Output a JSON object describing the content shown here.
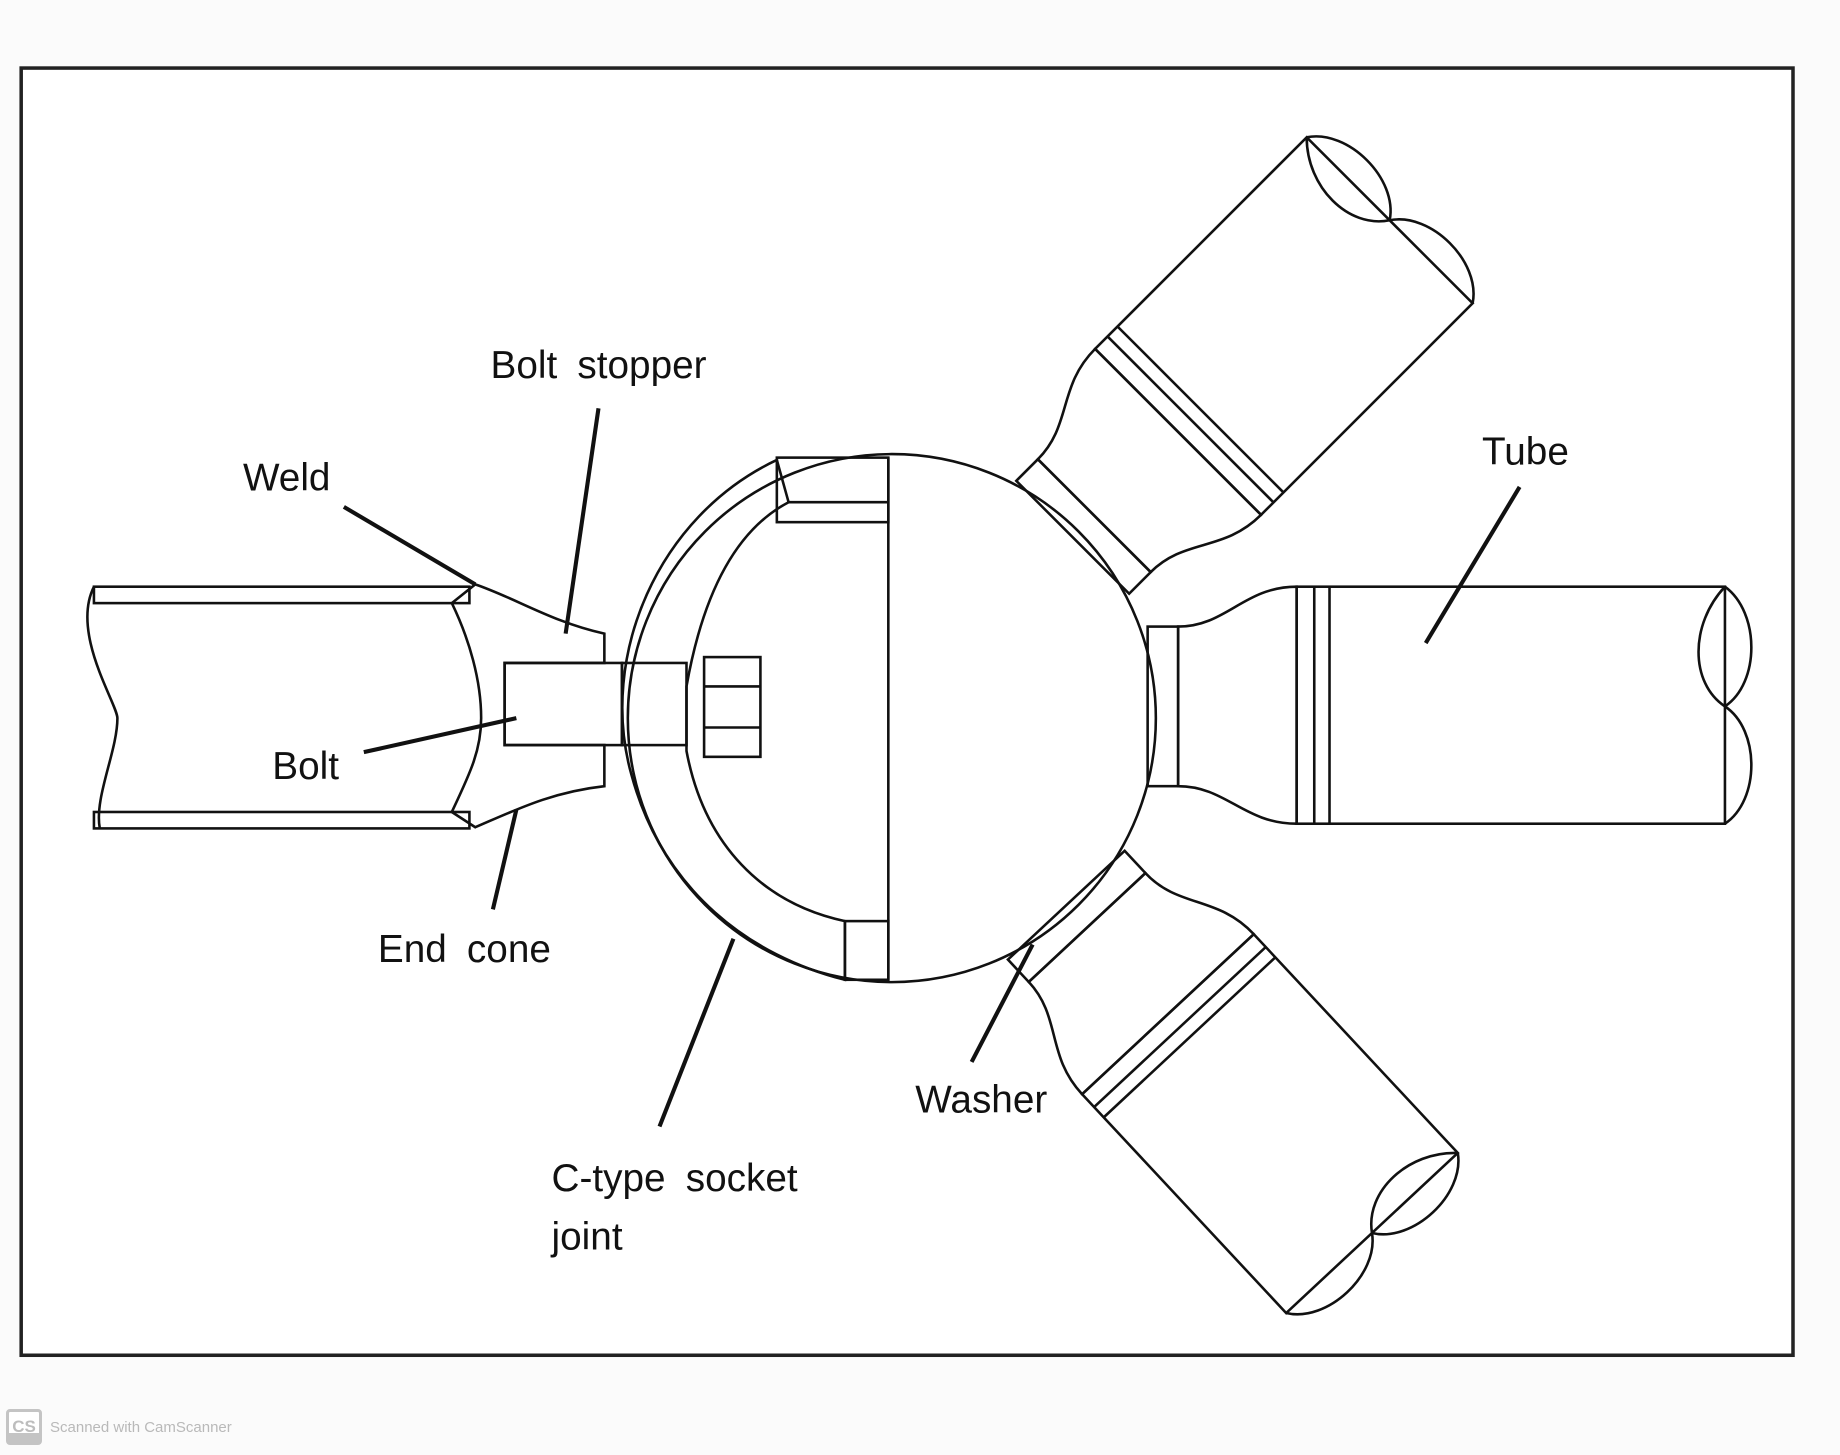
{
  "labels": {
    "bolt_stopper": "Bolt stopper",
    "weld": "Weld",
    "bolt": "Bolt",
    "end_cone": "End cone",
    "c_type_line1": "C-type socket",
    "c_type_line2": "joint",
    "washer": "Washer",
    "tube": "Tube"
  },
  "watermark": {
    "logo": "CS",
    "text": "Scanned with CamScanner"
  },
  "colors": {
    "line": "#111111",
    "socket_fill": "#9a9a9a",
    "background": "#fbfbfb"
  }
}
